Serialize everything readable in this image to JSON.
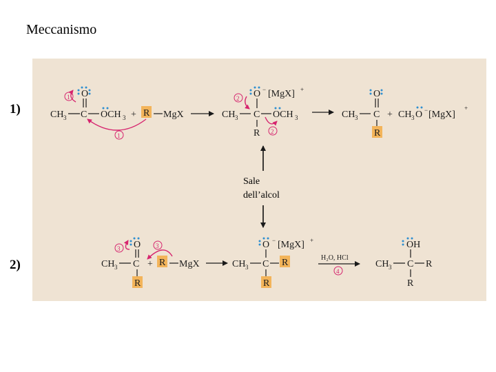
{
  "slide": {
    "title": "Meccanismo",
    "steps": [
      "1)",
      "2)"
    ],
    "note_lines": [
      "Sale",
      "dell’alcol"
    ]
  },
  "scheme": {
    "reaction1": {
      "reactant": {
        "O": "O",
        "CH3": "CH",
        "three": "3",
        "C": "C",
        "OCH3": "OCH",
        "plus": "+"
      },
      "reagent": {
        "R": "R",
        "MgX": "MgX"
      },
      "intermediate": {
        "O": "O",
        "charge": "[MgX]",
        "CH3": "CH",
        "three": "3",
        "C": "C",
        "OCH3": "OCH",
        "R": "R"
      },
      "product_ketone": {
        "O": "O",
        "CH3": "CH",
        "three": "3",
        "C": "C",
        "R": "R",
        "plus": "+"
      },
      "product_salt": {
        "CH3O": "CH",
        "three": "3",
        "O": "O",
        "charge": "[MgX]"
      }
    },
    "reaction2": {
      "reactant": {
        "O": "O",
        "CH3": "CH",
        "three": "3",
        "C": "C",
        "R": "R",
        "plus": "+"
      },
      "reagent": {
        "R": "R",
        "MgX": "MgX"
      },
      "intermediate": {
        "O": "O",
        "charge": "[MgX]",
        "CH3": "CH",
        "three": "3",
        "C": "C",
        "R": "R"
      },
      "reagents_label": "H₂O, HCl",
      "product": {
        "OH": "OH",
        "CH3": "CH",
        "three": "3",
        "C": "C",
        "R": "R"
      }
    },
    "markers": {
      "one": "1",
      "two": "2",
      "three": "3",
      "four": "4"
    },
    "minus": "−",
    "plus_sup": "+"
  },
  "colors": {
    "panel": "#efe3d3",
    "highlight": "#f3b45a",
    "arrow_pink": "#d6246e",
    "electron_dots": "#2f8fd0",
    "text": "#1a1a1a"
  }
}
